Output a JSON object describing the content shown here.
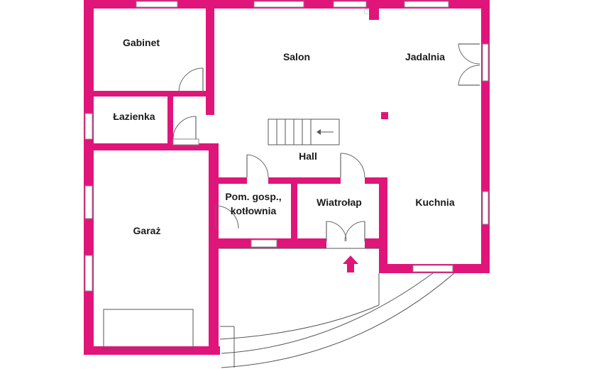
{
  "colors": {
    "wall": "#e0157a",
    "lines": "#555555"
  },
  "rooms": {
    "gabinet": "Gabinet",
    "salon": "Salon",
    "jadalnia": "Jadalnia",
    "lazienka": "Łazienka",
    "hall": "Hall",
    "pom_line1": "Pom. gosp.,",
    "pom_line2": "kotłownia",
    "wiatrolap": "Wiatrołap",
    "kuchnia": "Kuchnia",
    "garaz": "Garaż"
  },
  "icons": {
    "entrance": "entrance-arrow-icon",
    "stairs": "staircase-icon"
  },
  "watermark": "ci"
}
